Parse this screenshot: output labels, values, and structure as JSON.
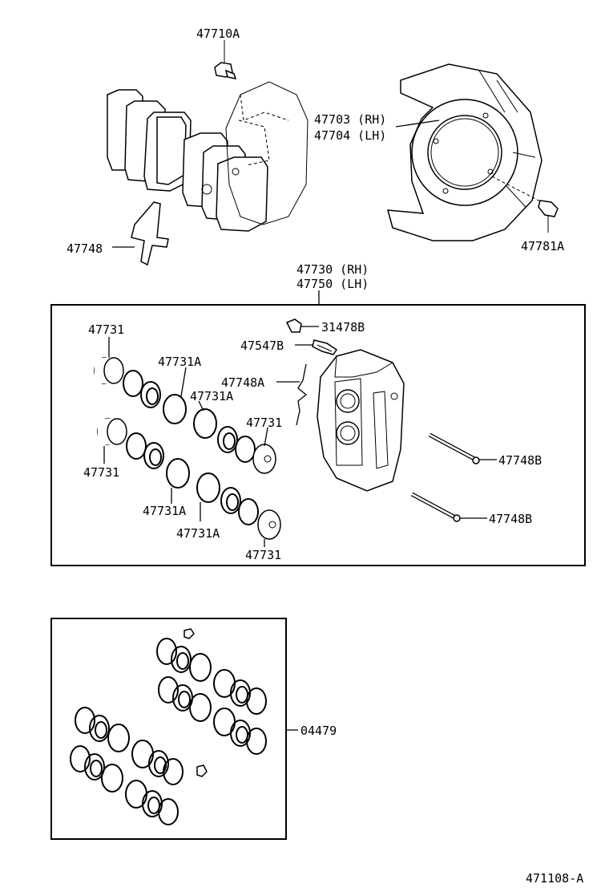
{
  "labels": {
    "bolt_top": "47710A",
    "shield_rh": "47703 (RH)",
    "shield_lh": "47704 (LH)",
    "bolt_right": "47781A",
    "pad_spring": "47748",
    "caliper_rh": "47730 (RH)",
    "caliper_lh": "47750 (LH)",
    "bleeder_cap": "31478B",
    "bleeder_plug": "47547B",
    "clip": "47748A",
    "pin_upper": "47748B",
    "pin_lower": "47748B",
    "piston_top_left": "47731",
    "piston_mid_left": "47731",
    "piston_right": "47731",
    "piston_bottom": "47731",
    "seal_a1": "47731A",
    "seal_a2": "47731A",
    "seal_a3": "47731A",
    "seal_a4": "47731A",
    "kit": "04479",
    "figure_id": "471108-A"
  }
}
